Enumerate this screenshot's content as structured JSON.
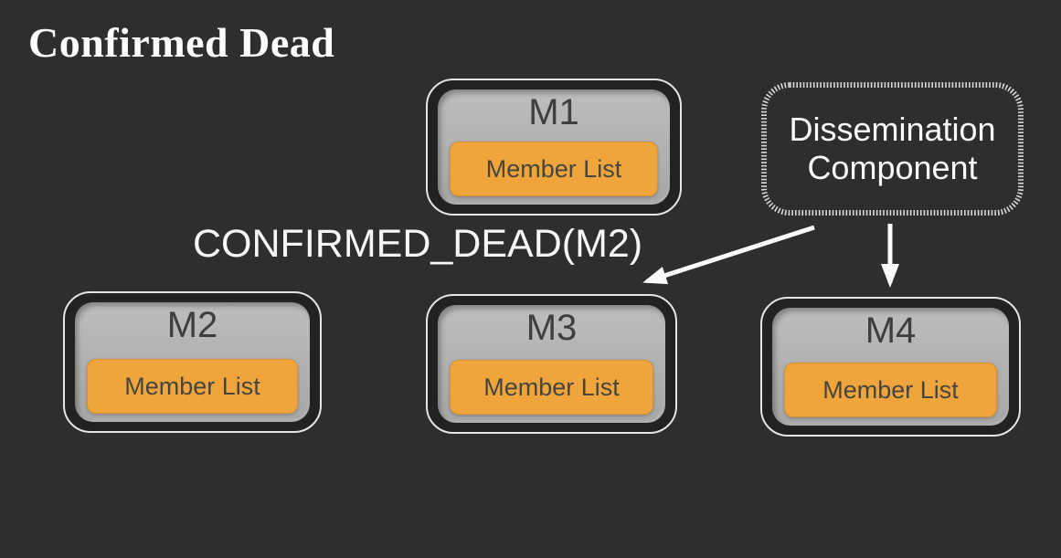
{
  "title": "Confirmed Dead",
  "message_label": "CONFIRMED_DEAD(M2)",
  "nodes": [
    {
      "id": "M1",
      "label": "M1",
      "member_list_label": "Member List"
    },
    {
      "id": "M2",
      "label": "M2",
      "member_list_label": "Member List"
    },
    {
      "id": "M3",
      "label": "M3",
      "member_list_label": "Member List"
    },
    {
      "id": "M4",
      "label": "M4",
      "member_list_label": "Member List"
    }
  ],
  "dissemination": {
    "label": "Dissemination Component"
  },
  "arrows": [
    {
      "from": "dissemination-component",
      "to": "M3"
    },
    {
      "from": "dissemination-component",
      "to": "M4"
    }
  ],
  "colors": {
    "background": "#302D2E",
    "node_fill": "#B1B0B0",
    "node_border": "#E5E5E5",
    "member_list_fill": "#EFA53C",
    "member_list_border": "#DB9230",
    "node_text": "#3E3E3E",
    "member_list_text": "#454540",
    "label_text": "#F6F6F6",
    "arrow": "#FFFFFF"
  }
}
